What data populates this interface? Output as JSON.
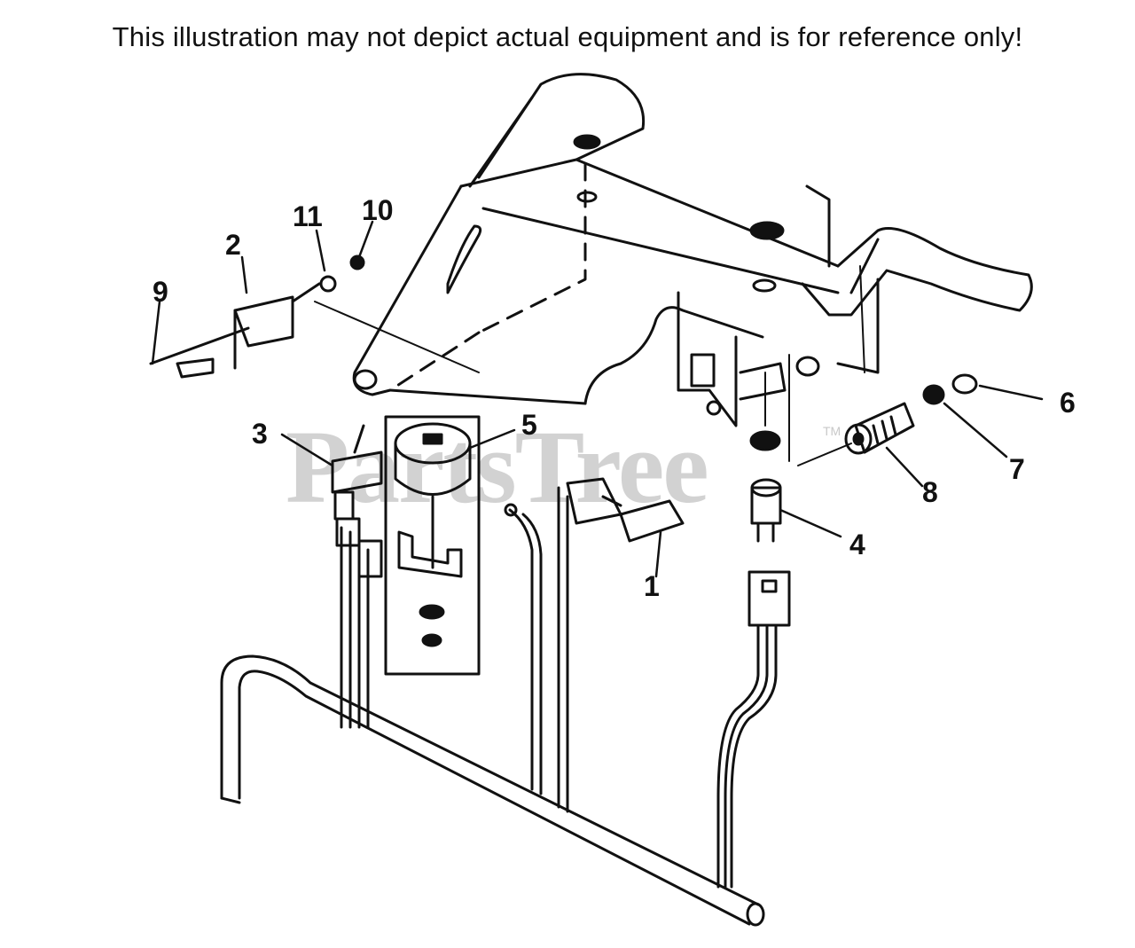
{
  "header": {
    "disclaimer": "This illustration may not depict actual equipment and is for reference only!"
  },
  "watermark": {
    "brand": "PartsTree",
    "trademark": "TM"
  },
  "callouts": {
    "c1": "1",
    "c2": "2",
    "c3": "3",
    "c4": "4",
    "c5": "5",
    "c6": "6",
    "c7": "7",
    "c8": "8",
    "c9": "9",
    "c10": "10",
    "c11": "11"
  }
}
